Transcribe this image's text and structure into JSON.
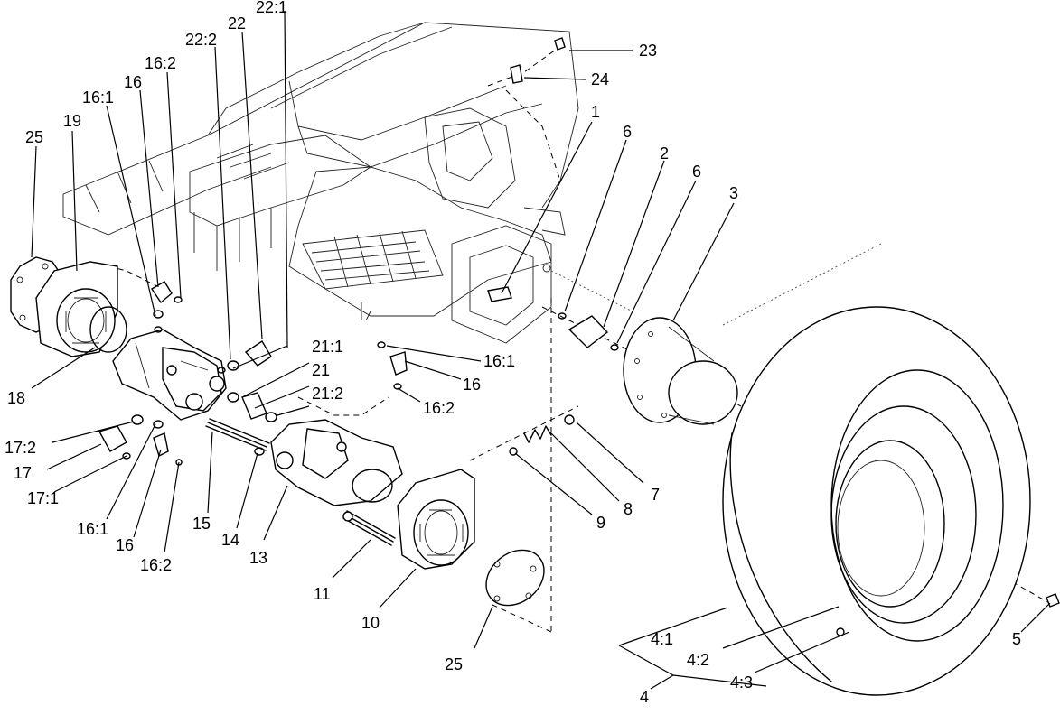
{
  "labels": {
    "l1": "1",
    "l2": "2",
    "l3": "3",
    "l4": "4",
    "l4_1": "4:1",
    "l4_2": "4:2",
    "l4_3": "4:3",
    "l5": "5",
    "l6a": "6",
    "l6b": "6",
    "l7": "7",
    "l8": "8",
    "l9": "9",
    "l10": "10",
    "l11": "11",
    "l13": "13",
    "l14": "14",
    "l15": "15",
    "l16a": "16",
    "l16b": "16",
    "l16c": "16",
    "l16_1a": "16:1",
    "l16_1b": "16:1",
    "l16_1c": "16:1",
    "l16_2a": "16:2",
    "l16_2b": "16:2",
    "l16_2c": "16:2",
    "l17": "17",
    "l17_1": "17:1",
    "l17_2": "17:2",
    "l18": "18",
    "l19": "19",
    "l21": "21",
    "l21_1": "21:1",
    "l21_2": "21:2",
    "l22": "22",
    "l22_1": "22:1",
    "l22_2": "22:2",
    "l23": "23",
    "l24": "24",
    "l25a": "25",
    "l25b": "25"
  }
}
